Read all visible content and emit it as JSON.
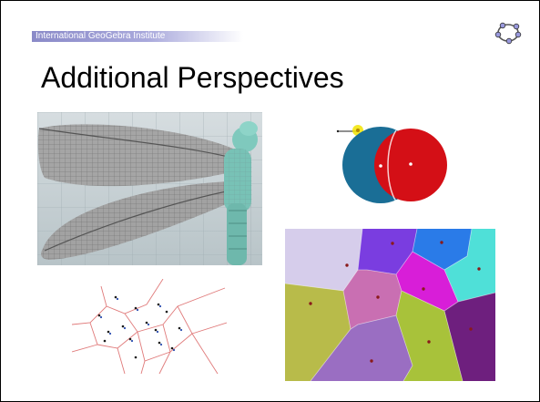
{
  "header": {
    "institute_label": "International GeoGebra Institute"
  },
  "slide": {
    "title": "Additional Perspectives"
  },
  "images": {
    "dragonfly": "dragonfly-wing-mesh-model",
    "circles": "two-circles-construction",
    "voronoi_sketch": "voronoi-line-diagram",
    "voronoi_color": "colored-voronoi-diagram"
  },
  "icons": {
    "logo": "geogebra-logo-icon"
  },
  "colors": {
    "header_bar": "#8a8ac8",
    "circle_blue": "#1a6e96",
    "circle_red": "#d40f16",
    "voronoi_lines": "#e07a7a",
    "voronoi_points": "#2a4db0"
  }
}
